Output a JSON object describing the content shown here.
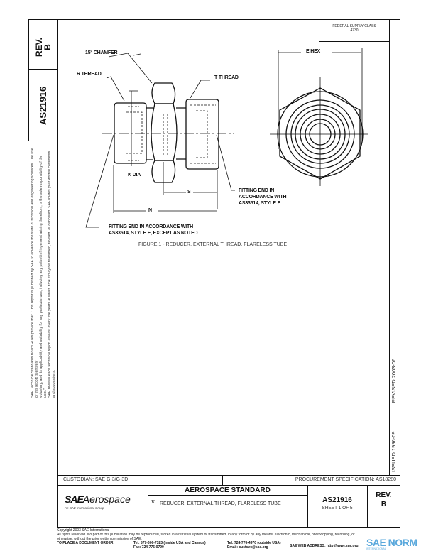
{
  "side": {
    "rev_label": "REV.",
    "rev_value": "B",
    "doc_number": "AS21916",
    "disclaimer_1": "SAE Technical Standards Board Rules provide that: \"This report is published by SAE to advance the state of technical and engineering sciences. The use of this report is entirely",
    "disclaimer_2": "voluntary, and its applicability and suitability for any particular use, including any patent infringement arising therefrom, is the sole responsibility of the user.\"",
    "disclaimer_3": "SAE reviews each technical report at least every five years at which time it may be reaffirmed, revised, or cancelled. SAE invites your written comments and suggestions."
  },
  "header": {
    "fsc_label": "FEDERAL SUPPLY CLASS",
    "fsc_value": "4730"
  },
  "drawing": {
    "chamfer": "15° CHAMFER",
    "r_thread": "R THREAD",
    "t_thread": "T THREAD",
    "e_hex": "E HEX",
    "k_dia": "K DIA",
    "s": "S",
    "n": "N",
    "fitting_end_right_1": "FITTING END IN",
    "fitting_end_right_2": "ACCORDANCE WITH",
    "fitting_end_right_3": "AS33514, STYLE E",
    "fitting_end_left_1": "FITTING END IN ACCORDANCE WITH",
    "fitting_end_left_2": "AS33514, STYLE E, EXCEPT AS NOTED",
    "caption": "FIGURE 1 - REDUCER, EXTERNAL THREAD, FLARELESS TUBE"
  },
  "dates": {
    "issued": "ISSUED 1996-09",
    "revised": "REVISED 2003-06"
  },
  "title_block": {
    "custodian": "CUSTODIAN: SAE G-3/G-3D",
    "procurement": "PROCUREMENT SPECIFICATION: AS18280",
    "logo_sae": "SAE",
    "logo_aero": "Aerospace",
    "logo_sub": "An SAE International Group",
    "standard": "AEROSPACE STANDARD",
    "revision_mark": "(R)",
    "title": "REDUCER, EXTERNAL THREAD, FLARELESS TUBE",
    "doc_number": "AS21916",
    "sheet": "SHEET 1 OF 5",
    "rev_label": "REV.",
    "rev_value": "B"
  },
  "footer": {
    "copyright": "Copyright 2003 SAE International",
    "rights": "All rights reserved. No part of this publication may be reproduced, stored in a retrieval system or transmitted, in any form or by any means, electronic, mechanical, photocopying, recording, or",
    "rights_2": "otherwise, without the prior written permission of SAE.",
    "order_label": "TO PLACE A DOCUMENT ORDER:",
    "tel_1": "Tel: 877-606-7323 (inside USA and Canada)",
    "fax": "Fax: 724-776-0790",
    "tel_2": "Tel: 724-776-4970 (outside USA)",
    "email": "Email: custsvc@sae.org",
    "web": "SAE WEB ADDRESS: http://www.sae.org",
    "watermark": "SAE NORM",
    "watermark_sub": "INTERNATIONAL"
  }
}
